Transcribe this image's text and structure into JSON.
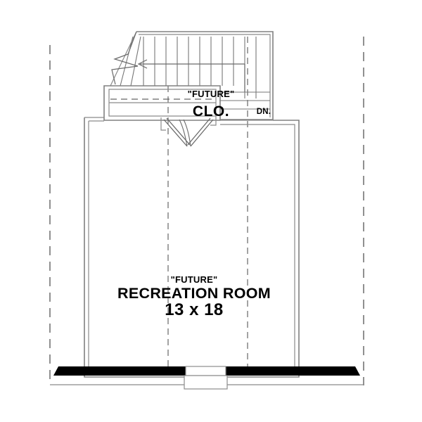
{
  "plan": {
    "title": "Second Floor / Bonus Level Plan",
    "background_color": "#ffffff",
    "line_color": "#808080",
    "text_color": "#000000",
    "foundation_color": "#000000"
  },
  "rooms": [
    {
      "id": "closet",
      "qualifier": "\"FUTURE\"",
      "name": "CLO.",
      "dimensions": ""
    },
    {
      "id": "recreation-room",
      "qualifier": "\"FUTURE\"",
      "name": "RECREATION ROOM",
      "dimensions": "13 x 18"
    }
  ],
  "annotations": {
    "stair_direction": "DN."
  },
  "features": {
    "stairs": {
      "name": "stair-run",
      "tread_count": 12,
      "direction_label": "DN.",
      "has_break_line": true,
      "has_direction_arrow": true
    },
    "closet": {
      "name": "closet-fixtures",
      "has_shelf_line": true,
      "has_rod_line": true,
      "door_type": "bi-fold"
    },
    "foundation_wall": {
      "name": "foundation-wall",
      "style": "solid-black",
      "has_opening": true
    },
    "property_lines": {
      "name": "dashed-reference-lines",
      "vertical_count": 4
    }
  }
}
